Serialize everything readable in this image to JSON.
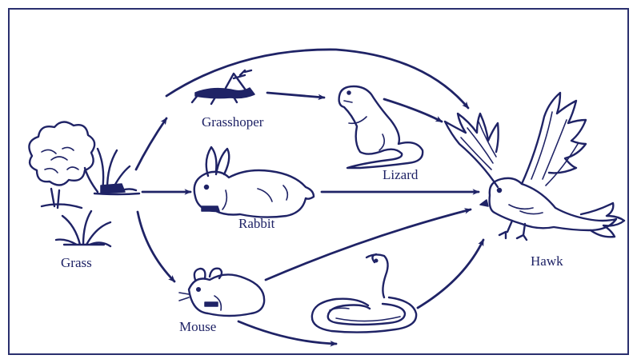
{
  "organisms": {
    "grass": "Grass",
    "grasshopper": "Grasshoper",
    "rabbit": "Rabbit",
    "mouse": "Mouse",
    "lizard": "Lizard",
    "snake": "",
    "hawk": "Hawk"
  },
  "links": [
    {
      "from": "Grass",
      "to": "Grasshoper"
    },
    {
      "from": "Grass",
      "to": "Rabbit"
    },
    {
      "from": "Grass",
      "to": "Mouse"
    },
    {
      "from": "Grasshoper",
      "to": "Lizard"
    },
    {
      "from": "Grasshoper",
      "to": "Hawk"
    },
    {
      "from": "Lizard",
      "to": "Hawk"
    },
    {
      "from": "Rabbit",
      "to": "Hawk"
    },
    {
      "from": "Mouse",
      "to": "Hawk"
    },
    {
      "from": "Mouse",
      "to": "Snake"
    },
    {
      "from": "Snake",
      "to": "Hawk"
    }
  ],
  "colors": {
    "ink": "#1f2366",
    "background": "#ffffff"
  }
}
